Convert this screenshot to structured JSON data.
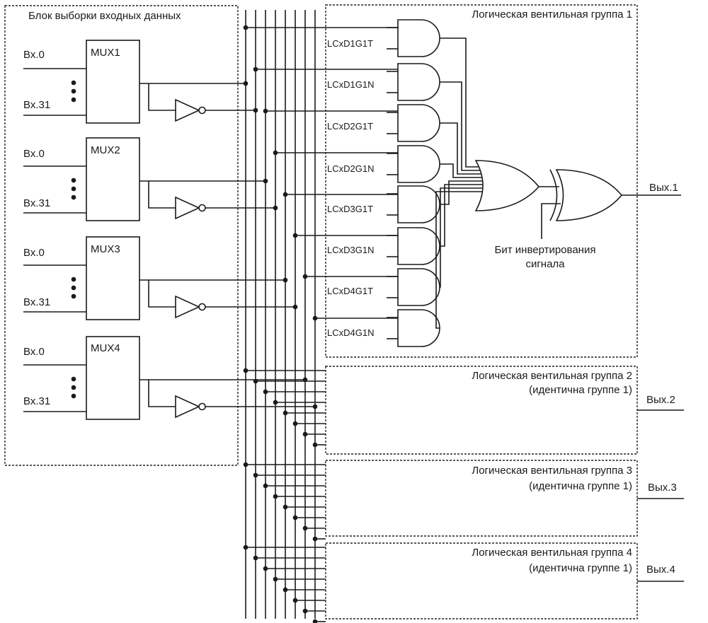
{
  "input_block": {
    "title": "Блок выборки входных данных"
  },
  "muxes": [
    {
      "name": "MUX1",
      "in_first": "Вх.0",
      "in_last": "Вх.31"
    },
    {
      "name": "MUX2",
      "in_first": "Вх.0",
      "in_last": "Вх.31"
    },
    {
      "name": "MUX3",
      "in_first": "Вх.0",
      "in_last": "Вх.31"
    },
    {
      "name": "MUX4",
      "in_first": "Вх.0",
      "in_last": "Вх.31"
    }
  ],
  "group1": {
    "title": "Логическая вентильная группа 1",
    "signals": [
      "LCxD1G1T",
      "LCxD1G1N",
      "LCxD2G1T",
      "LCxD2G1N",
      "LCxD3G1T",
      "LCxD3G1N",
      "LCxD4G1T",
      "LCxD4G1N"
    ],
    "output": "Вых.1",
    "invert_label_line1": "Бит инвертирования",
    "invert_label_line2": "сигнала"
  },
  "other_groups": [
    {
      "title": "Логическая вентильная группа 2",
      "note": "(идентична группе 1)",
      "output": "Вых.2"
    },
    {
      "title": "Логическая вентильная группа 3",
      "note": "(идентична группе 1)",
      "output": "Вых.3"
    },
    {
      "title": "Логическая вентильная группа 4",
      "note": "(идентична группе 1)",
      "output": "Вых.4"
    }
  ]
}
